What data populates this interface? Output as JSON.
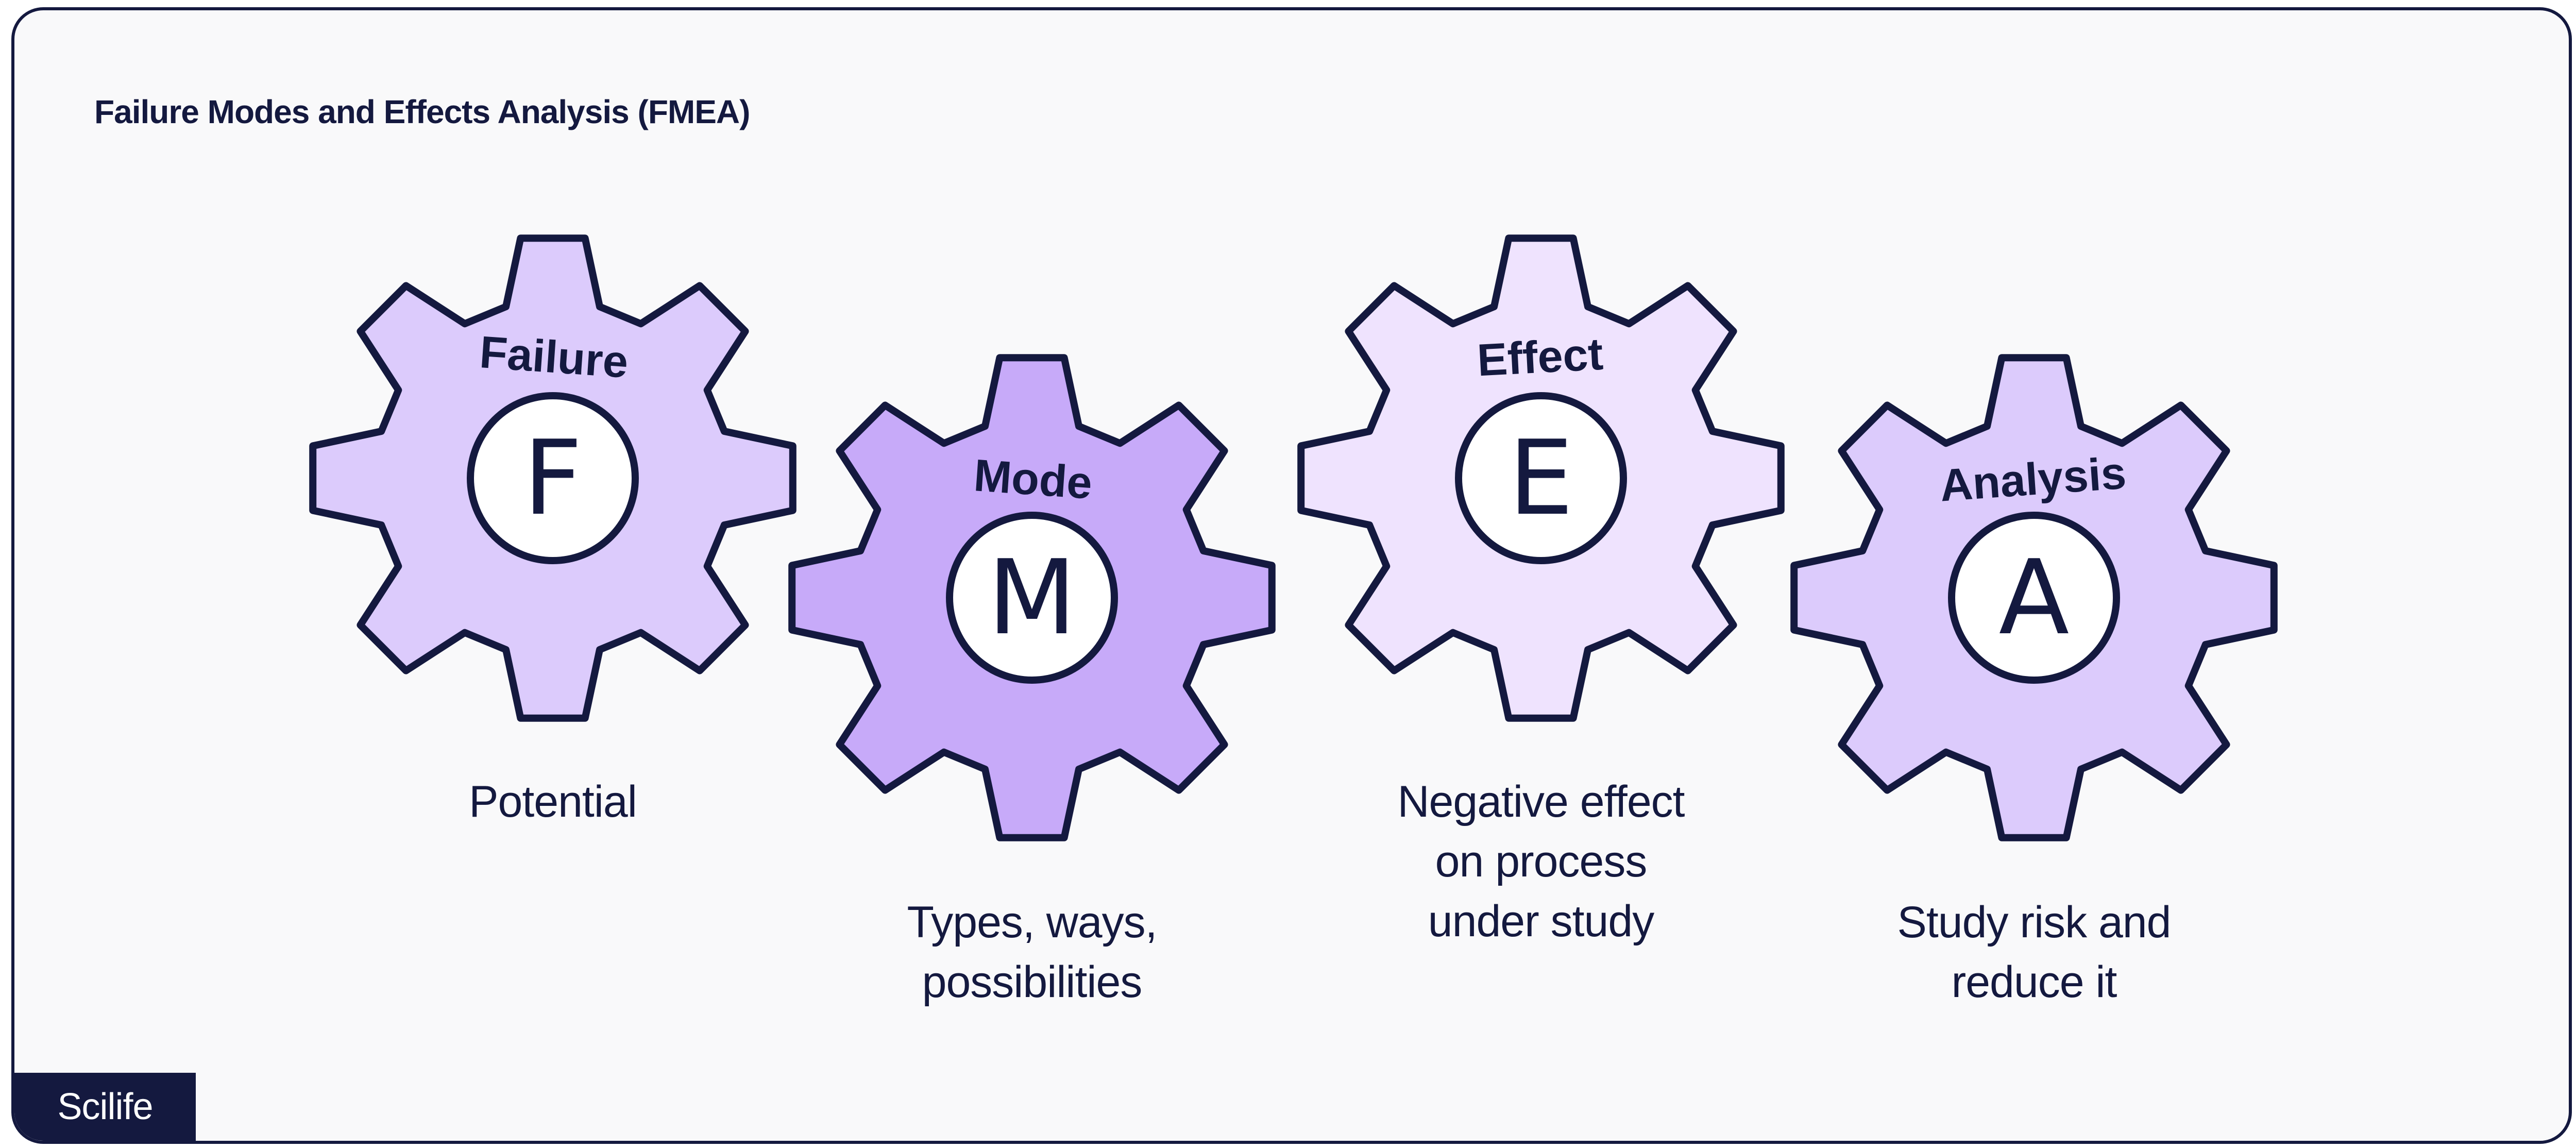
{
  "title": "Failure Modes and Effects Analysis (FMEA)",
  "gears": [
    {
      "word": "Failure",
      "letter": "F",
      "caption": [
        "Potential"
      ],
      "fill": "#dccbfc"
    },
    {
      "word": "Mode",
      "letter": "M",
      "caption": [
        "Types, ways,",
        "possibilities"
      ],
      "fill": "#c7aaf9"
    },
    {
      "word": "Effect",
      "letter": "E",
      "caption": [
        "Negative effect",
        "on process",
        "under study"
      ],
      "fill": "#efe3fe"
    },
    {
      "word": "Analysis",
      "letter": "A",
      "caption": [
        "Study risk and",
        "reduce it"
      ],
      "fill": "#dccbfc"
    }
  ],
  "brand": "Scilife",
  "colors": {
    "outline": "#14193f",
    "background": "#f9f9fa",
    "brand_bg": "#14193f",
    "brand_text": "#ffffff"
  }
}
